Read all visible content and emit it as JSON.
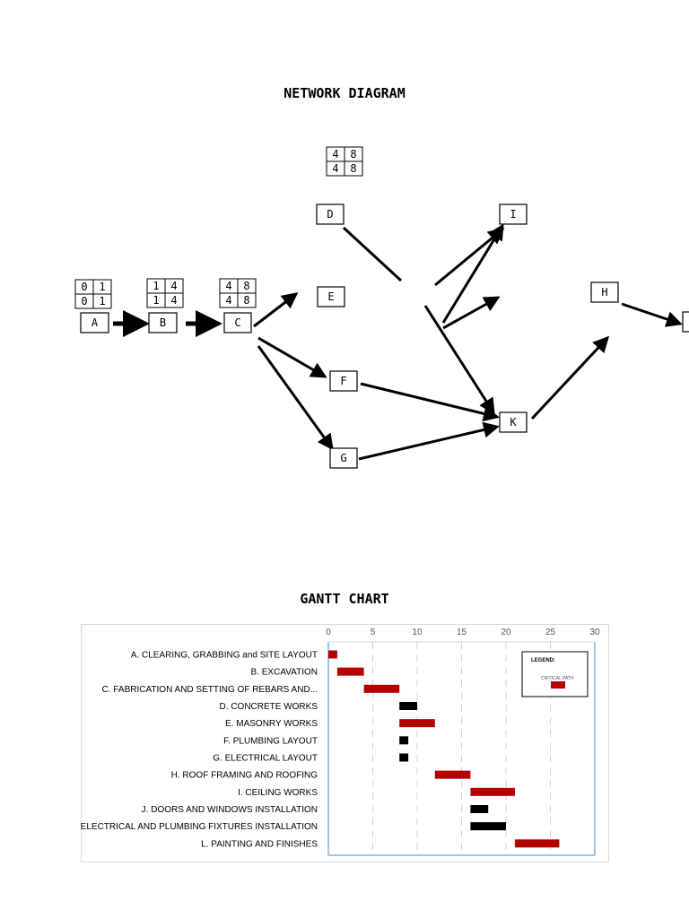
{
  "network": {
    "title": "NETWORK DIAGRAM",
    "nodes": [
      {
        "id": "A",
        "label": "A"
      },
      {
        "id": "B",
        "label": "B"
      },
      {
        "id": "C",
        "label": "C"
      },
      {
        "id": "D",
        "label": "D"
      },
      {
        "id": "E",
        "label": "E"
      },
      {
        "id": "F",
        "label": "F"
      },
      {
        "id": "G",
        "label": "G"
      },
      {
        "id": "H",
        "label": "H"
      },
      {
        "id": "I",
        "label": "I"
      },
      {
        "id": "K",
        "label": "K"
      }
    ],
    "time_boxes": [
      {
        "node": "A",
        "values": [
          "0",
          "1",
          "0",
          "1"
        ]
      },
      {
        "node": "B",
        "values": [
          "1",
          "4",
          "1",
          "4"
        ]
      },
      {
        "node": "C",
        "values": [
          "4",
          "8",
          "4",
          "8"
        ]
      },
      {
        "node": "D",
        "values": [
          "4",
          "8",
          "4",
          "8"
        ]
      }
    ]
  },
  "gantt": {
    "title": "GANTT CHART",
    "legend_title": "LEGEND:",
    "legend_item": "CRITICAL PATH",
    "colors": {
      "critical": "#b30000",
      "normal": "#000000",
      "axis": "#4a8cc7"
    }
  },
  "chart_data": {
    "type": "bar",
    "orientation": "horizontal-gantt",
    "xlim": [
      0,
      30
    ],
    "x_ticks": [
      "0",
      "5",
      "10",
      "15",
      "20",
      "25",
      "30"
    ],
    "tasks": [
      {
        "label": "A. CLEARING, GRABBING and SITE LAYOUT",
        "start": 0,
        "duration": 1,
        "critical": true
      },
      {
        "label": "B. EXCAVATION",
        "start": 1,
        "duration": 3,
        "critical": true
      },
      {
        "label": "C. FABRICATION AND SETTING OF REBARS AND...",
        "start": 4,
        "duration": 4,
        "critical": true
      },
      {
        "label": "D. CONCRETE WORKS",
        "start": 8,
        "duration": 2,
        "critical": false
      },
      {
        "label": "E. MASONRY WORKS",
        "start": 8,
        "duration": 4,
        "critical": true
      },
      {
        "label": "F. PLUMBING LAYOUT",
        "start": 8,
        "duration": 1,
        "critical": false
      },
      {
        "label": "G. ELECTRICAL LAYOUT",
        "start": 8,
        "duration": 1,
        "critical": false
      },
      {
        "label": "H. ROOF FRAMING AND ROOFING",
        "start": 12,
        "duration": 4,
        "critical": true
      },
      {
        "label": "I. CEILING WORKS",
        "start": 16,
        "duration": 5,
        "critical": true
      },
      {
        "label": "J. DOORS AND WINDOWS INSTALLATION",
        "start": 16,
        "duration": 2,
        "critical": false
      },
      {
        "label": "K. ELECTRICAL AND PLUMBING FIXTURES INSTALLATION",
        "start": 16,
        "duration": 4,
        "critical": false
      },
      {
        "label": "L. PAINTING AND FINISHES",
        "start": 21,
        "duration": 5,
        "critical": true
      }
    ]
  }
}
